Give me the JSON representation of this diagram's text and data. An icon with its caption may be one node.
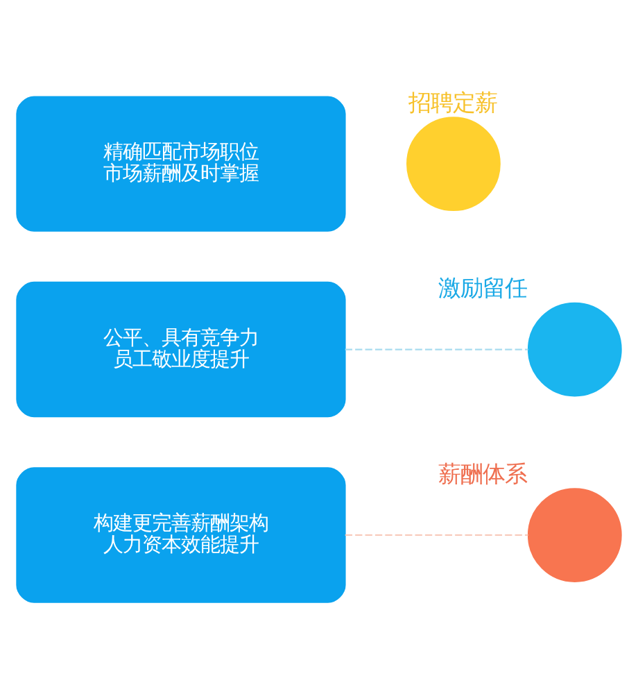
{
  "diagram": {
    "nodes": [
      {
        "text": [
          "精确匹配市场职位市场薪酬及时掌握"
        ]
      },
      {
        "text": [],
        "shape": "circle",
        "beside": [
          "招聘定薪"
        ]
      },
      {
        "text": [
          "公平、具有竞争力员工敬业度提升"
        ]
      },
      {
        "text": [],
        "shape": "circle",
        "beside": [
          "激励留任"
        ]
      },
      {
        "text": [
          "构建更完善薪酬架构人力资本效能提升"
        ]
      },
      {
        "text": [],
        "shape": "circle",
        "beside": [
          "薪酬体系"
        ]
      }
    ],
    "edges": [
      {
        "from": 2,
        "to": 3,
        "arrow": "none",
        "style": "dashed",
        "color": "#a8dcf0"
      },
      {
        "from": 4,
        "to": 5,
        "arrow": "none",
        "style": "dashed",
        "color": "#f8c8b8"
      }
    ]
  }
}
